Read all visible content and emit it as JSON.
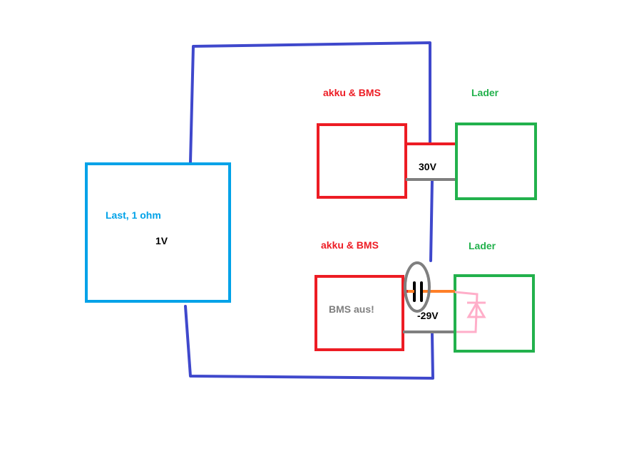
{
  "labels": {
    "load": "Last, 1 ohm",
    "load_voltage": "1V",
    "battery_top": "akku & BMS",
    "charger_top": "Lader",
    "voltage_top": "30V",
    "battery_bottom": "akku & BMS",
    "charger_bottom": "Lader",
    "bms_state": "BMS aus!",
    "voltage_bottom": "-29V"
  },
  "colors": {
    "wire": "#3f48cc",
    "load": "#00a2e8",
    "battery": "#ed1c24",
    "charger": "#22b14c",
    "gray_wire": "#7f7f7f",
    "orange_wire": "#ff7f27",
    "diode": "#ffaec9",
    "bms_text": "#7f7f7f",
    "voltage_text": "#000000"
  }
}
